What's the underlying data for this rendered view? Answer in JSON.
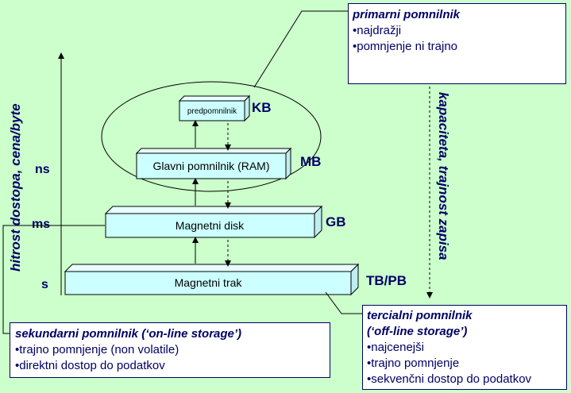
{
  "levels": {
    "cache": {
      "label": "predpomnilnik",
      "unit": "KB"
    },
    "ram": {
      "label": "Glavni pomnilnik (RAM)",
      "unit": "MB"
    },
    "disk": {
      "label": "Magnetni disk",
      "unit": "GB"
    },
    "tape": {
      "label": "Magnetni trak",
      "unit": "TB/PB"
    }
  },
  "speed_axis": {
    "label": "hitrost dostopa, cena/byte",
    "ticks": [
      "ns",
      "ms",
      "s"
    ]
  },
  "capacity_axis": {
    "label": "kapaciteta, trajnost zapisa"
  },
  "primary": {
    "title": "primarni pomnilnik",
    "items": [
      "•najdražji",
      "•pomnjenje ni trajno"
    ]
  },
  "secondary": {
    "title": "sekundarni pomnilnik",
    "title_suffix": " (‘on-line storage’)",
    "items": [
      "•trajno pomnjenje (non volatile)",
      "•direktni dostop do podatkov"
    ]
  },
  "tertiary": {
    "title": "tercialni pomnilnik",
    "title_line2": "(‘off-line storage’)",
    "items": [
      "•najcenejši",
      "•trajno pomnjenje",
      "•sekvenčni dostop do podatkov"
    ]
  },
  "colors": {
    "background": "#ccffcc",
    "box_fill": "#ccffff",
    "text_navy": "#000066"
  }
}
